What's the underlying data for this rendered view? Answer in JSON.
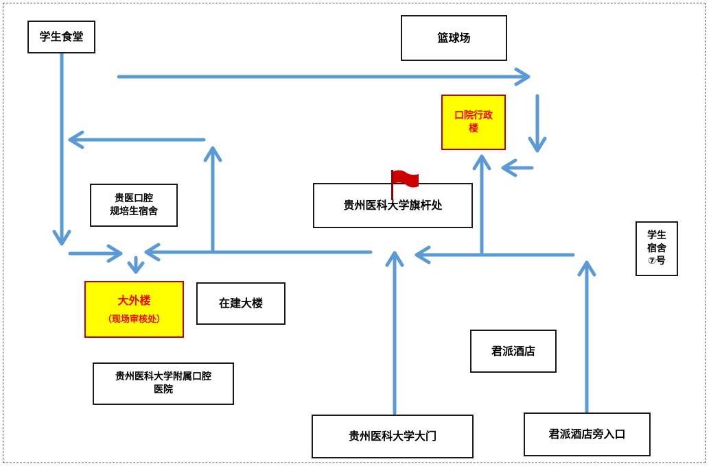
{
  "buildings": {
    "cafeteria": "学生食堂",
    "basketball": "篮球场",
    "admin": [
      "口院行政",
      "楼"
    ],
    "residency_dorm": [
      "贵医口腔",
      "规培生宿舍"
    ],
    "flagpole": "贵州医科大学旗杆处",
    "dorm7": [
      "学生",
      "宿舍",
      "⑦号"
    ],
    "waiwai": {
      "name": "大外楼",
      "note": "（现场审核处）"
    },
    "construction": "在建大楼",
    "junpai_hotel": "君派酒店",
    "hospital": [
      "贵州医科大学附属口腔",
      "医院"
    ],
    "main_gate": "贵州医科大学大门",
    "hotel_side_entrance": "君派酒店旁入口"
  },
  "colors": {
    "arrow": "#5b9bd5",
    "highlight_fill": "#ffff00",
    "highlight_text": "#ff0000",
    "highlight_border": "#c00000",
    "flag": "#cc0000"
  },
  "icons": [
    "red-flag-icon"
  ]
}
